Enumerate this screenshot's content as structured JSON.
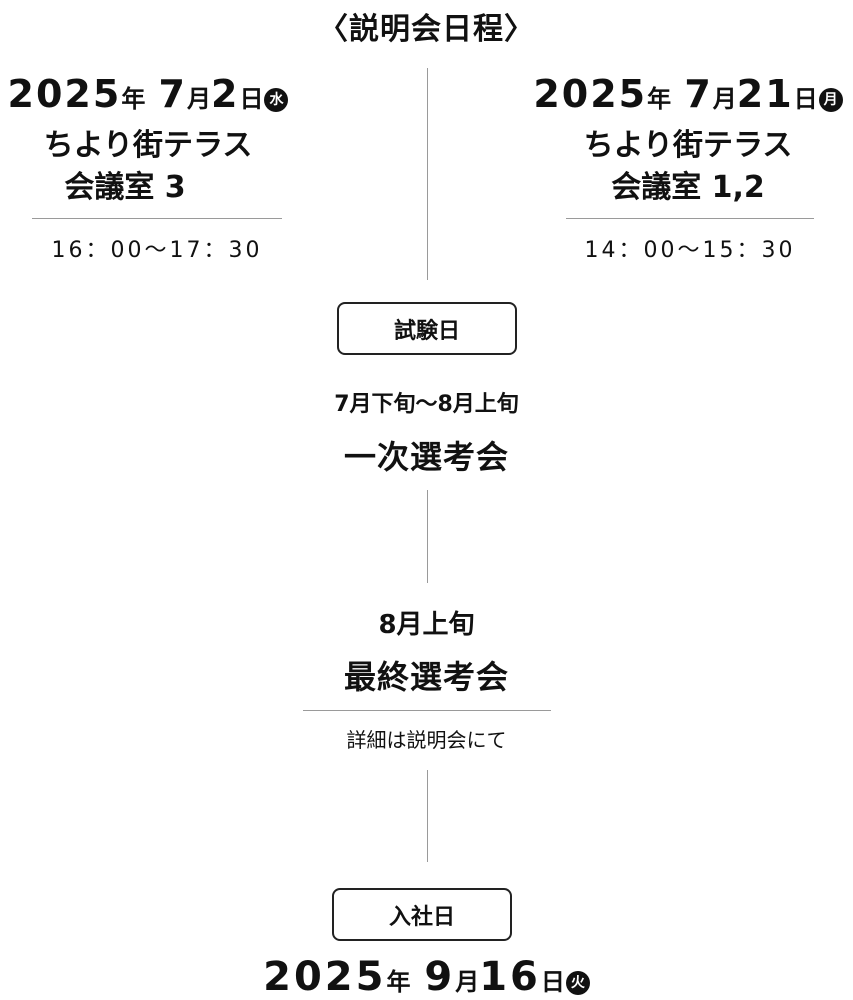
{
  "heading": "〈説明会日程〉",
  "sessions": [
    {
      "year": "2025",
      "year_unit": "年",
      "month": "7",
      "month_unit": "月",
      "day": "2",
      "day_unit": "日",
      "weekday": "水",
      "venue_line1": "ちより街テラス",
      "venue_line2": "会議室 3",
      "time": "16：00～17：30"
    },
    {
      "year": "2025",
      "year_unit": "年",
      "month": "7",
      "month_unit": "月",
      "day": "21",
      "day_unit": "日",
      "weekday": "月",
      "venue_line1": "ちより街テラス",
      "venue_line2": "会議室 1,2",
      "time": "14：00～15：30"
    }
  ],
  "exam": {
    "label": "試験日",
    "first_period": "7月下旬～8月上旬",
    "first_title": "一次選考会",
    "final_period": "8月上旬",
    "final_title": "最終選考会",
    "final_note": "詳細は説明会にて"
  },
  "joining": {
    "label": "入社日",
    "year": "2025",
    "year_unit": "年",
    "month": "9",
    "month_unit": "月",
    "day": "16",
    "day_unit": "日",
    "weekday": "火"
  },
  "colors": {
    "text": "#111111",
    "line": "#9a9a9a",
    "badge_bg": "#111111",
    "badge_text": "#ffffff"
  }
}
